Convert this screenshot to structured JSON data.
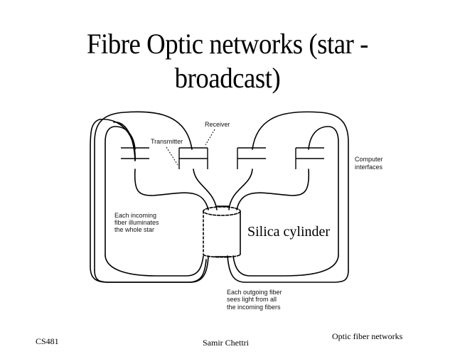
{
  "slide": {
    "title_line1": "Fibre Optic networks (star -",
    "title_line2": "broadcast)"
  },
  "diagram": {
    "labels": {
      "receiver": "Receiver",
      "transmitter": "Transmitter",
      "computer_interfaces_1": "Computer",
      "computer_interfaces_2": "interfaces",
      "incoming_1": "Each incoming",
      "incoming_2": "fiber illuminates",
      "incoming_3": "the whole star",
      "outgoing_1": "Each outgoing fiber",
      "outgoing_2": "sees light from all",
      "outgoing_3": "the incoming fibers",
      "silica": "Silica cylinder"
    },
    "interfaces_count": 4
  },
  "footer": {
    "left": "CS481",
    "center": "Samir Chettri",
    "right": "Optic fiber networks"
  }
}
